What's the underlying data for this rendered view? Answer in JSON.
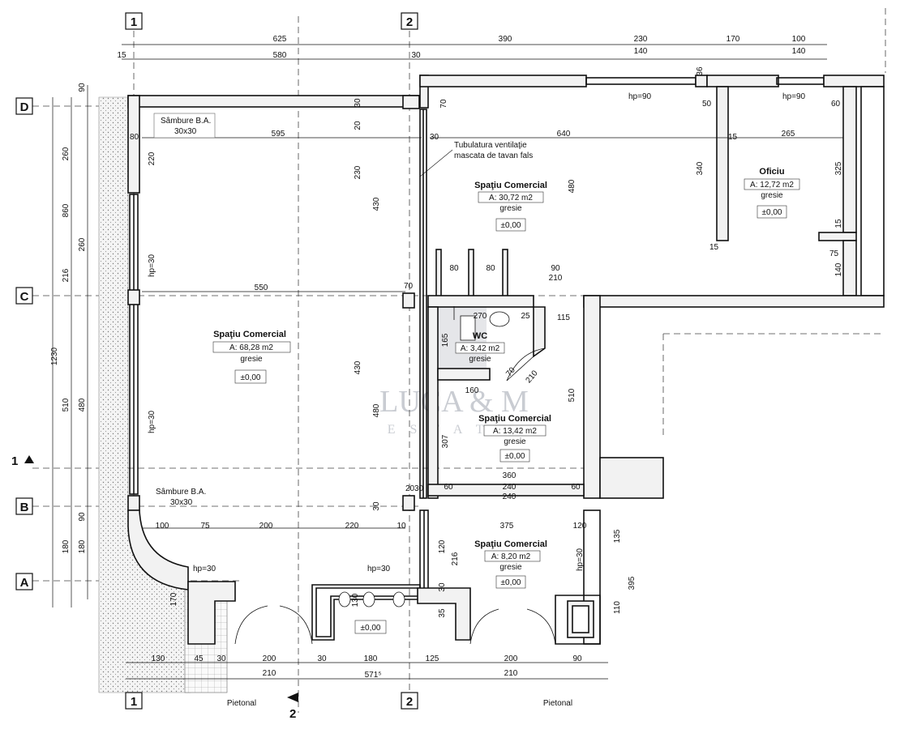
{
  "axes": {
    "columns": [
      "1",
      "2"
    ],
    "rows": [
      "D",
      "C",
      "B",
      "A"
    ],
    "section_1": "1",
    "section_2": "2"
  },
  "dims_top_row1": [
    "625",
    "390",
    "230",
    "170",
    "100"
  ],
  "dims_top_row2": [
    "15",
    "580",
    "30",
    "140",
    "140"
  ],
  "dims_left_outer": [
    "1230"
  ],
  "dims_left_mid": [
    "260",
    "860",
    "510",
    "180"
  ],
  "dims_left_inner": [
    "90",
    "260",
    "216",
    "480",
    "90",
    "180"
  ],
  "dims_bottom_row1": [
    "130",
    "45",
    "30",
    "200",
    "30",
    "180",
    "125",
    "200",
    "90"
  ],
  "dims_bottom_row2": [
    "210",
    "571⁵",
    "210"
  ],
  "bottom_labels": {
    "left": "Pietonal",
    "right": "Pietonal"
  },
  "notes": {
    "sambure_top": "Sâmbure B.A.",
    "sambure_top_size": "30x30",
    "sambure_bottom": "Sâmbure B.A.",
    "sambure_bottom_size": "30x30",
    "ventilation_1": "Tubulatura ventilaţie",
    "ventilation_2": "mascata de tavan fals",
    "hp_window_top_1": "hp=90",
    "hp_window_top_2": "hp=90",
    "hp_left_1": "hp=30",
    "hp_left_2": "hp=30",
    "hp_bottom_1": "hp=30",
    "hp_bottom_2": "hp=30",
    "hp_right": "hp=30"
  },
  "inner_dims": {
    "d_595": "595",
    "d_80a": "80",
    "d_220": "220",
    "d_30a": "30",
    "d_20": "20",
    "d_230": "230",
    "d_430a": "430",
    "d_550": "550",
    "d_430b": "430",
    "d_480a": "480",
    "d_30b": "30",
    "d_70a": "70",
    "d_30c": "30",
    "d_640": "640",
    "d_480b": "480",
    "d_15a": "15",
    "d_265": "265",
    "d_36": "36",
    "d_50": "50",
    "d_60a": "60",
    "d_340": "340",
    "d_325": "325",
    "d_15b": "15",
    "d_15c": "15",
    "d_75": "75",
    "d_140": "140",
    "d_80b": "80",
    "d_80c": "80",
    "d_90a": "90",
    "d_210a": "210",
    "d_70b": "70",
    "d_270": "270",
    "d_25": "25",
    "d_115": "115",
    "d_165": "165",
    "d_70c": "70",
    "d_210b": "210",
    "d_160": "160",
    "d_510": "510",
    "d_307": "307",
    "d_360": "360",
    "d_60b": "60",
    "d_240a": "240",
    "d_60c": "60",
    "d_240b": "240",
    "d_20b": "20",
    "d_30d": "30",
    "d_100": "100",
    "d_75b": "75",
    "d_200": "200",
    "d_220b": "220",
    "d_10": "10",
    "d_375": "375",
    "d_120a": "120",
    "d_120b": "120",
    "d_216": "216",
    "d_30e": "30",
    "d_35": "35",
    "d_130": "130",
    "d_170": "170",
    "d_135": "135",
    "d_395": "395",
    "d_110": "110"
  },
  "rooms": [
    {
      "title": "Spaţiu Comercial",
      "area": "A:  68,28 m2",
      "finish": "gresie",
      "level": "±0,00"
    },
    {
      "title": "Spaţiu Comercial",
      "area": "A:  30,72 m2",
      "finish": "gresie",
      "level": "±0,00"
    },
    {
      "title": "Oficiu",
      "area": "A:  12,72 m2",
      "finish": "gresie",
      "level": "±0,00"
    },
    {
      "title": "WC",
      "area": "A:  3,42 m2",
      "finish": "gresie",
      "level": ""
    },
    {
      "title": "Spaţiu Comercial",
      "area": "A:  13,42 m2",
      "finish": "gresie",
      "level": "±0,00"
    },
    {
      "title": "Spaţiu Comercial",
      "area": "A:  8,20 m2",
      "finish": "gresie",
      "level": "±0,00"
    }
  ],
  "entrance_level": "±0,00",
  "watermark": {
    "line1": "LUCA & M",
    "line2": "ESTATE"
  }
}
